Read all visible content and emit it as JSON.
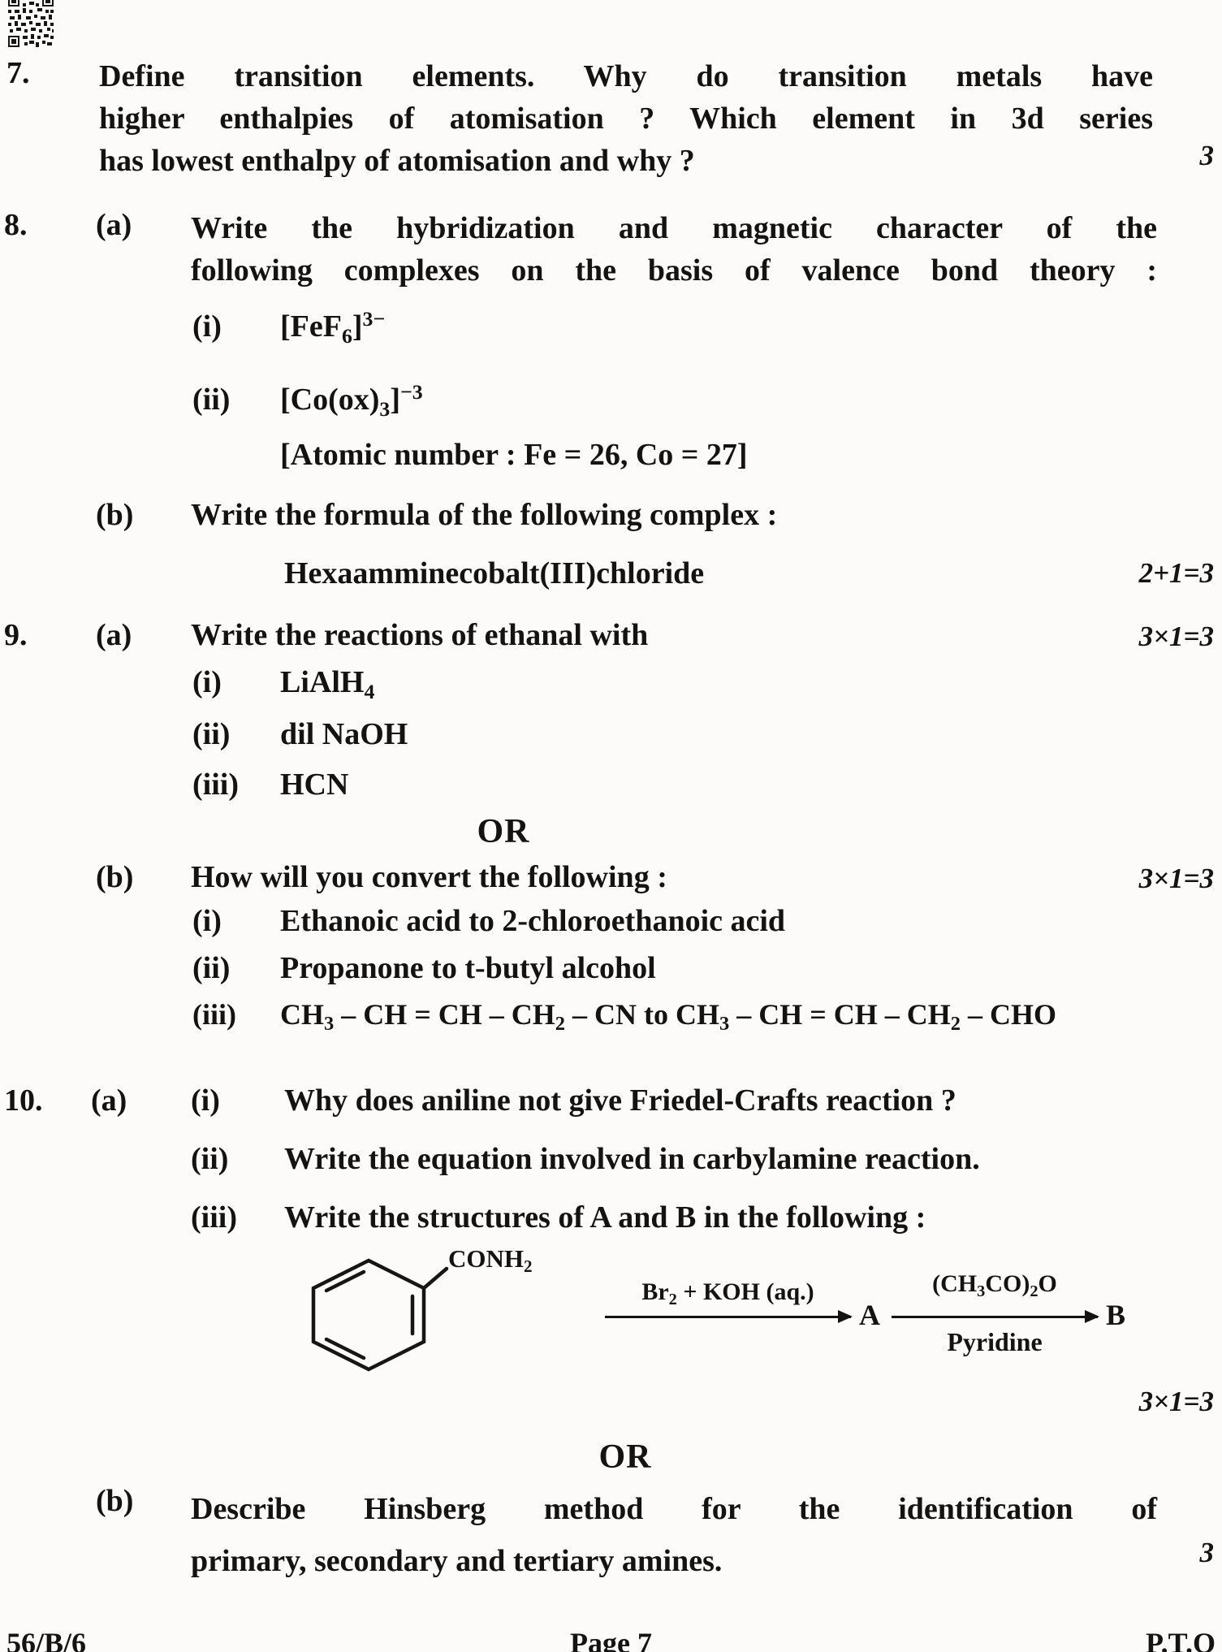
{
  "colors": {
    "ink": "#131313",
    "paper": "#fcfbfa"
  },
  "q7": {
    "number": "7.",
    "lines": [
      "Define transition elements. Why do transition metals have",
      "higher enthalpies of atomisation ? Which element in 3d series",
      "has lowest enthalpy of atomisation and why ?"
    ],
    "marks": "3"
  },
  "q8": {
    "number": "8.",
    "a": {
      "label": "(a)",
      "lines": [
        "Write the hybridization and magnetic character of the",
        "following complexes on the basis of valence bond theory :"
      ],
      "items": [
        {
          "label": "(i)",
          "formula": [
            {
              "t": "[FeF"
            },
            {
              "sub": "6"
            },
            {
              "t": "]"
            },
            {
              "sup": "3−"
            }
          ]
        },
        {
          "label": "(ii)",
          "formula": [
            {
              "t": "[Co(ox)"
            },
            {
              "sub": "3"
            },
            {
              "t": "]"
            },
            {
              "sup": "−3"
            }
          ]
        }
      ],
      "note": "[Atomic number : Fe = 26, Co = 27]"
    },
    "b": {
      "label": "(b)",
      "text": "Write the formula of the following complex :",
      "compound": "Hexaamminecobalt(III)chloride",
      "marks": "2+1=3"
    }
  },
  "q9": {
    "number": "9.",
    "a": {
      "label": "(a)",
      "text": "Write the reactions of ethanal with",
      "marks": "3×1=3",
      "items": [
        {
          "label": "(i)",
          "formula": [
            {
              "t": "LiAlH"
            },
            {
              "sub": "4"
            }
          ]
        },
        {
          "label": "(ii)",
          "text": "dil NaOH"
        },
        {
          "label": "(iii)",
          "text": "HCN"
        }
      ]
    },
    "or": "OR",
    "b": {
      "label": "(b)",
      "text": "How will you convert the following :",
      "marks": "3×1=3",
      "items": [
        {
          "label": "(i)",
          "text": "Ethanoic acid to 2-chloroethanoic acid"
        },
        {
          "label": "(ii)",
          "text": "Propanone to t-butyl alcohol"
        },
        {
          "label": "(iii)",
          "formula": [
            {
              "t": "CH"
            },
            {
              "sub": "3"
            },
            {
              "t": " – CH = CH – CH"
            },
            {
              "sub": "2"
            },
            {
              "t": " – CN to CH"
            },
            {
              "sub": "3"
            },
            {
              "t": " – CH = CH – CH"
            },
            {
              "sub": "2"
            },
            {
              "t": " – CHO"
            }
          ]
        }
      ]
    }
  },
  "q10": {
    "number": "10.",
    "a": {
      "label": "(a)",
      "items": [
        {
          "label": "(i)",
          "text": "Why does aniline not give Friedel-Crafts reaction ?"
        },
        {
          "label": "(ii)",
          "text": "Write the equation involved in carbylamine reaction."
        },
        {
          "label": "(iii)",
          "text": "Write the structures of A and B in the following :"
        }
      ],
      "scheme": {
        "substituent": [
          {
            "t": "CONH"
          },
          {
            "sub": "2"
          }
        ],
        "arrow1_label": [
          {
            "t": "Br"
          },
          {
            "sub": "2"
          },
          {
            "t": " + KOH (aq.)"
          }
        ],
        "intermediate": "A",
        "arrow2_top": [
          {
            "t": "(CH"
          },
          {
            "sub": "3"
          },
          {
            "t": "CO)"
          },
          {
            "sub": "2"
          },
          {
            "t": "O"
          }
        ],
        "arrow2_bottom": "Pyridine",
        "product": "B"
      },
      "marks": "3×1=3"
    },
    "or": "OR",
    "b": {
      "label": "(b)",
      "lines": [
        "Describe Hinsberg method for the identification of",
        "primary, secondary and tertiary amines."
      ],
      "marks": "3"
    }
  },
  "footer": {
    "left": "56/B/6",
    "center": "Page 7",
    "right": "P.T.O"
  }
}
